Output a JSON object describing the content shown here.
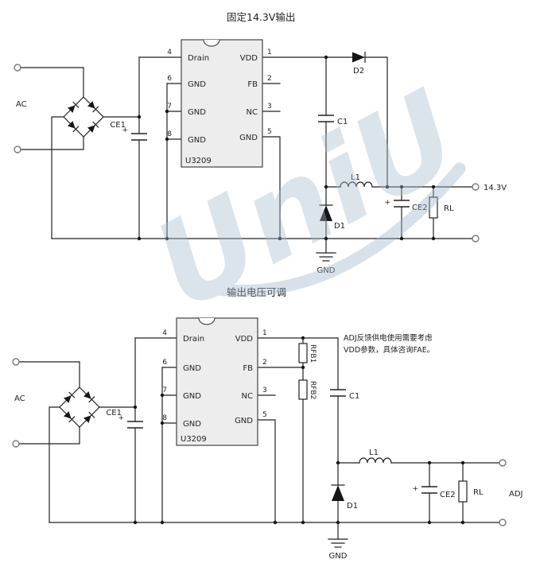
{
  "watermark": {
    "text": "UniU"
  },
  "fixed": {
    "title": "固定14.3V输出",
    "ic": {
      "part": "U3209",
      "left_pins": [
        {
          "num": "4",
          "label": "Drain"
        },
        {
          "num": "6",
          "label": "GND"
        },
        {
          "num": "7",
          "label": "GND"
        },
        {
          "num": "8",
          "label": "GND"
        }
      ],
      "right_pins": [
        {
          "num": "1",
          "label": "VDD"
        },
        {
          "num": "2",
          "label": "FB"
        },
        {
          "num": "3",
          "label": "NC"
        },
        {
          "num": "5",
          "label": "GND"
        }
      ]
    },
    "labels": {
      "ac": "AC",
      "ce1": "CE1",
      "ce1_plus": "+",
      "d2": "D2",
      "c1": "C1",
      "l1": "L1",
      "d1": "D1",
      "ce2": "CE2",
      "ce2_plus": "+",
      "rl": "RL",
      "gnd": "GND",
      "vout": "14.3V"
    }
  },
  "adj": {
    "title": "输出电压可调",
    "ic": {
      "part": "U3209",
      "left_pins": [
        {
          "num": "4",
          "label": "Drain"
        },
        {
          "num": "6",
          "label": "GND"
        },
        {
          "num": "7",
          "label": "GND"
        },
        {
          "num": "8",
          "label": "GND"
        }
      ],
      "right_pins": [
        {
          "num": "1",
          "label": "VDD"
        },
        {
          "num": "2",
          "label": "FB"
        },
        {
          "num": "3",
          "label": "NC"
        },
        {
          "num": "5",
          "label": "GND"
        }
      ]
    },
    "labels": {
      "ac": "AC",
      "ce1": "CE1",
      "ce1_plus": "+",
      "rfb1": "RFB1",
      "rfb2": "RFB2",
      "c1": "C1",
      "l1": "L1",
      "d1": "D1",
      "ce2": "CE2",
      "ce2_plus": "+",
      "rl": "RL",
      "gnd": "GND",
      "vout": "ADJ"
    },
    "note": {
      "line1": "ADJ反馈供电使用需要考虑",
      "line2": "VDD参数，具体咨询FAE。",
      "color": "#e03a3a"
    }
  }
}
